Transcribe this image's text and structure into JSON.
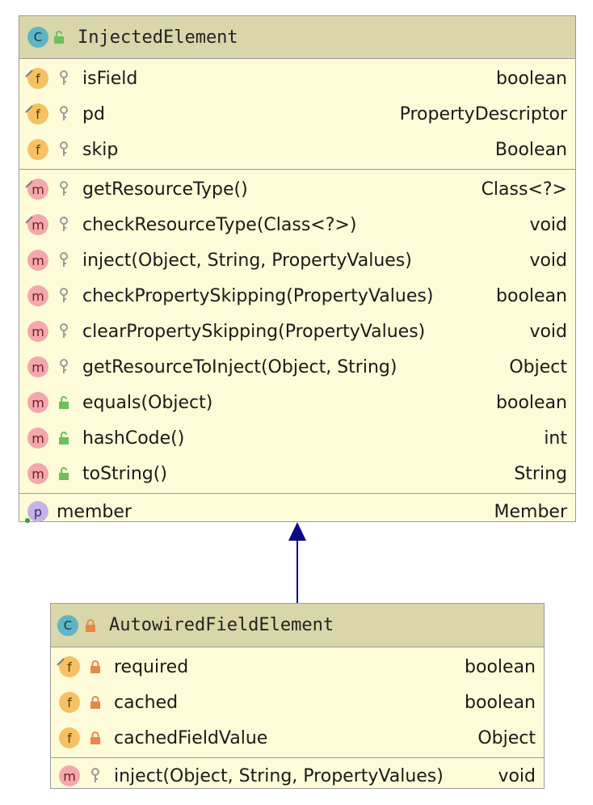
{
  "colors": {
    "header_bg": "#d9d7a9",
    "body_bg": "#fdfbd8",
    "border": "#9c9c9c",
    "arrow": "#0a0a8a",
    "field_badge": "#f5c164",
    "method_badge": "#f3a8ad",
    "property_badge": "#c6b2e6",
    "class_badge": "#5fb5c6"
  },
  "classes": {
    "injected": {
      "name": "InjectedElement",
      "badge": "C",
      "visibility": "public-icon",
      "fields": [
        {
          "badge": "f",
          "name": "isField",
          "type": "boolean",
          "visibility": "package-key-icon",
          "override": true
        },
        {
          "badge": "f",
          "name": "pd",
          "type": "PropertyDescriptor",
          "visibility": "package-key-icon",
          "override": true
        },
        {
          "badge": "f",
          "name": "skip",
          "type": "Boolean",
          "visibility": "package-key-icon",
          "override": false
        }
      ],
      "methods": [
        {
          "badge": "m",
          "name": "getResourceType()",
          "type": "Class<?>",
          "visibility": "package-key-icon",
          "override": true
        },
        {
          "badge": "m",
          "name": "checkResourceType(Class<?>)",
          "type": "void",
          "visibility": "package-key-icon",
          "override": true
        },
        {
          "badge": "m",
          "name": "inject(Object, String, PropertyValues)",
          "type": "void",
          "visibility": "package-key-icon",
          "override": false
        },
        {
          "badge": "m",
          "name": "checkPropertySkipping(PropertyValues)",
          "type": "boolean",
          "visibility": "package-key-icon",
          "override": false
        },
        {
          "badge": "m",
          "name": "clearPropertySkipping(PropertyValues)",
          "type": "void",
          "visibility": "package-key-icon",
          "override": false
        },
        {
          "badge": "m",
          "name": "getResourceToInject(Object, String)",
          "type": "Object",
          "visibility": "package-key-icon",
          "override": false
        },
        {
          "badge": "m",
          "name": "equals(Object)",
          "type": "boolean",
          "visibility": "public-icon",
          "override": false
        },
        {
          "badge": "m",
          "name": "hashCode()",
          "type": "int",
          "visibility": "public-icon",
          "override": false
        },
        {
          "badge": "m",
          "name": "toString()",
          "type": "String",
          "visibility": "public-icon",
          "override": false
        }
      ],
      "properties": [
        {
          "badge": "p",
          "name": "member",
          "type": "Member"
        }
      ]
    },
    "autowired": {
      "name": "AutowiredFieldElement",
      "badge": "C",
      "visibility": "private-lock-icon",
      "fields": [
        {
          "badge": "f",
          "name": "required",
          "type": "boolean",
          "visibility": "private-lock-icon",
          "override": true
        },
        {
          "badge": "f",
          "name": "cached",
          "type": "boolean",
          "visibility": "private-lock-icon",
          "override": false
        },
        {
          "badge": "f",
          "name": "cachedFieldValue",
          "type": "Object",
          "visibility": "private-lock-icon",
          "override": false
        }
      ],
      "methods": [
        {
          "badge": "m",
          "name": "inject(Object, String, PropertyValues)",
          "type": "void",
          "visibility": "package-key-icon",
          "override": false
        }
      ]
    }
  }
}
